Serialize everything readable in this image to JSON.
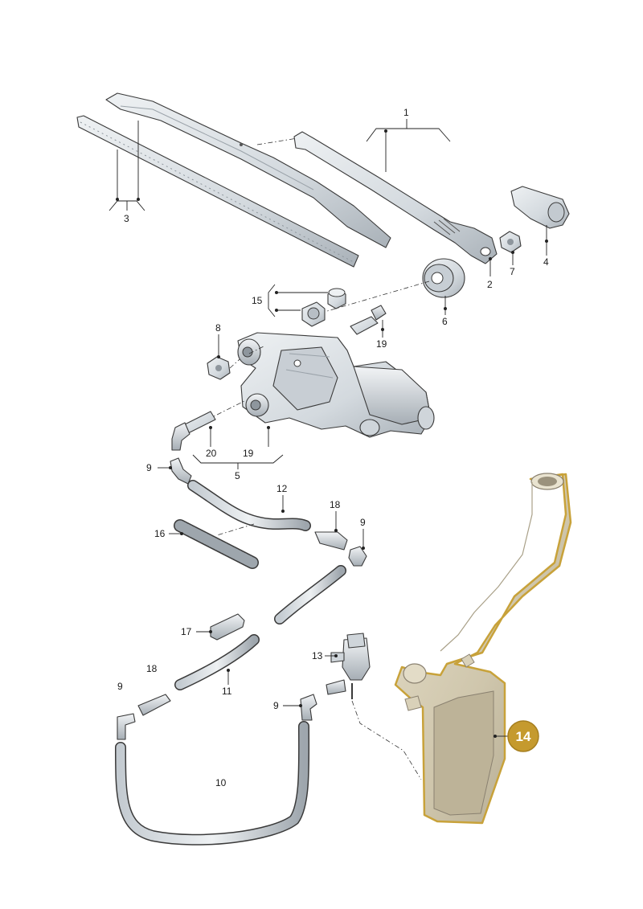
{
  "colors": {
    "part_fill": "#dfe4e8",
    "part_shade": "#b9c0c7",
    "part_dark": "#8e969d",
    "highlight_fill": "#d6cdb5",
    "highlight_outline": "#c8a23a",
    "badge": "#c59a2e",
    "line": "#2b2b2b"
  },
  "labels": {
    "p1": "1",
    "p2": "2",
    "p3": "3",
    "p4": "4",
    "p5": "5",
    "p6": "6",
    "p7": "7",
    "p8": "8",
    "p9a": "9",
    "p9b": "9",
    "p9c": "9",
    "p9d": "9",
    "p10": "10",
    "p11": "11",
    "p12": "12",
    "p13": "13",
    "p15": "15",
    "p16": "16",
    "p17": "17",
    "p18a": "18",
    "p18b": "18",
    "p19a": "19",
    "p19b": "19",
    "p20": "20"
  },
  "highlight": {
    "part_number": "14"
  }
}
